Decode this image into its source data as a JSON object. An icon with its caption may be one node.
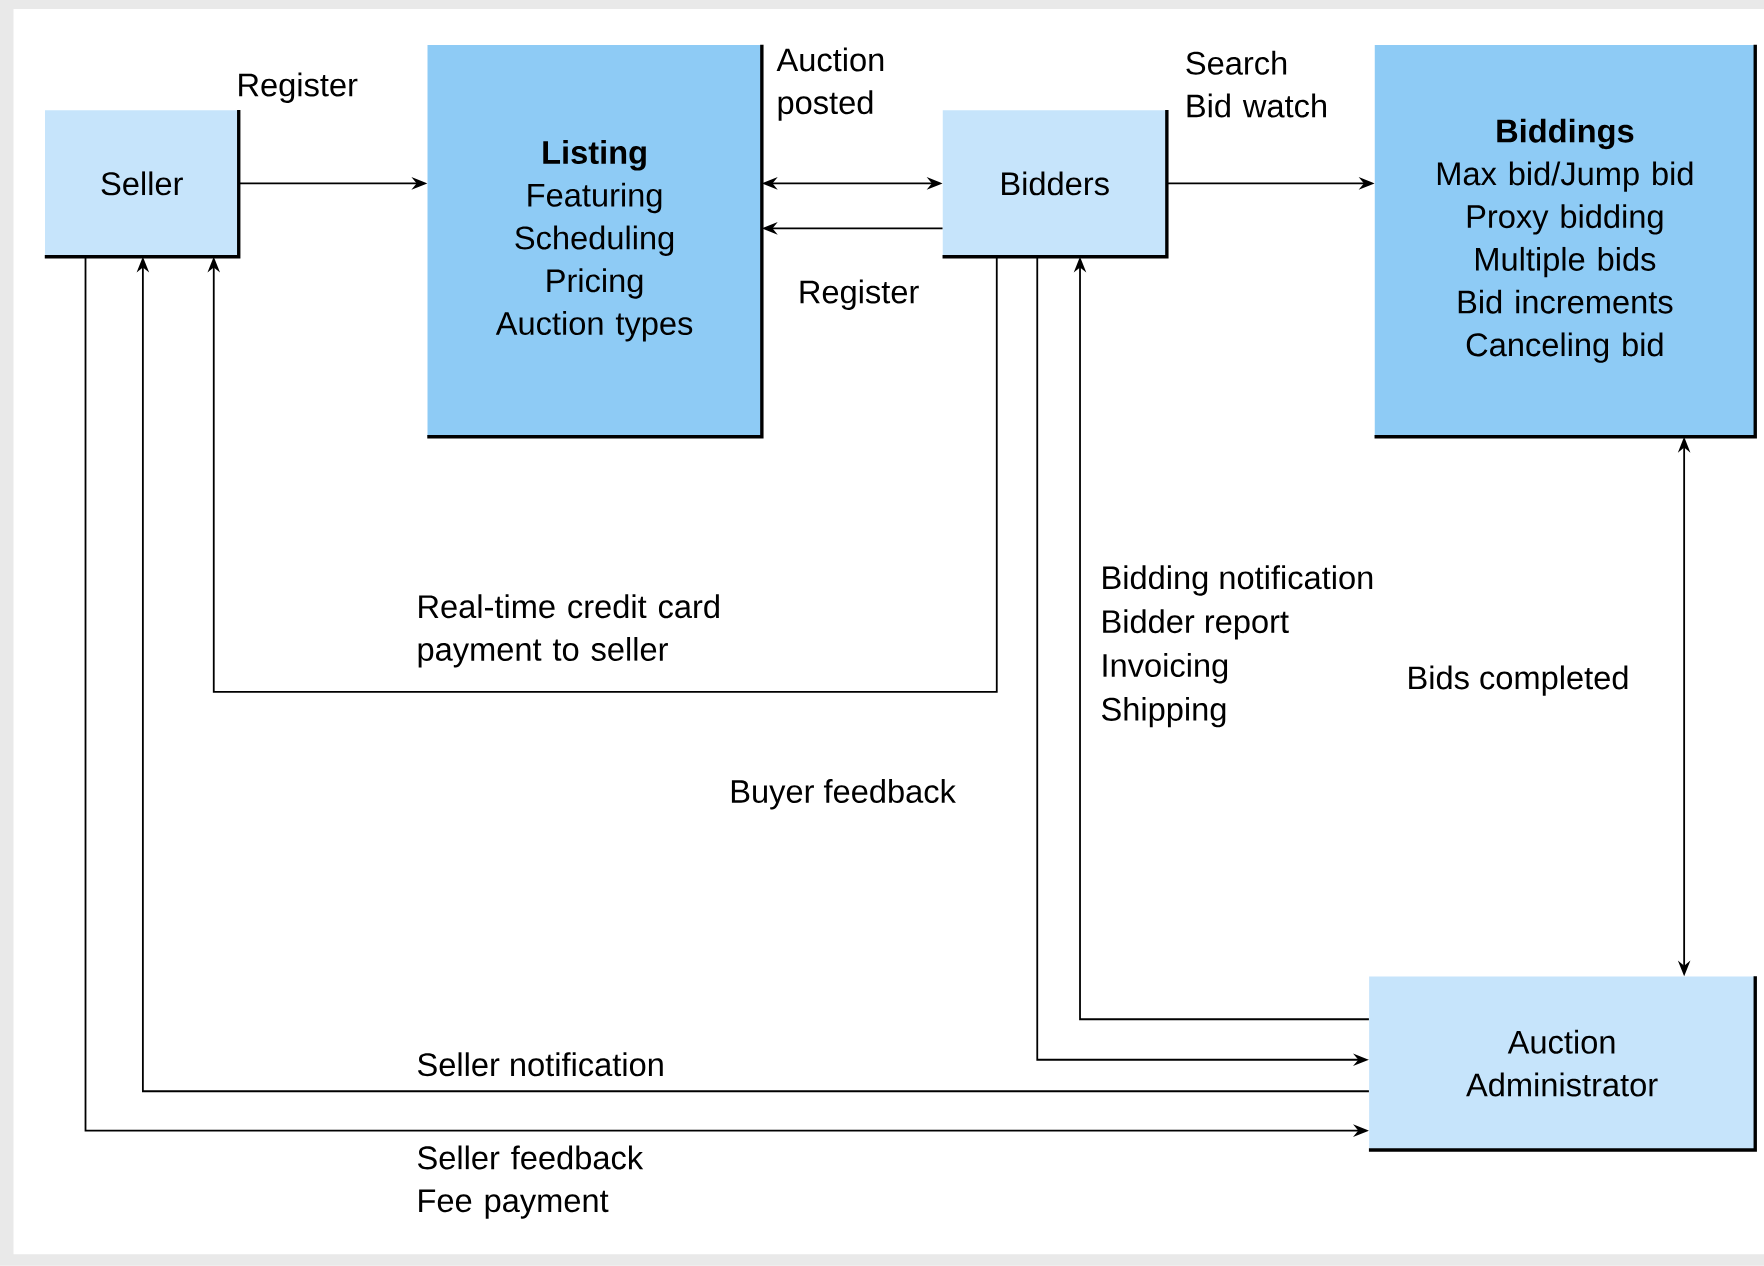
{
  "diagram": {
    "nodes": [
      {
        "text": [
          "Seller"
        ]
      },
      {
        "text": [
          "Listing",
          "Featuring",
          "Scheduling",
          "Pricing",
          "Auction types"
        ]
      },
      {
        "text": [
          "Bidders"
        ]
      },
      {
        "text": [
          "Biddings",
          "Max bid/Jump bid",
          "Proxy bidding",
          "Multiple bids",
          "Bid increments",
          "Canceling bid"
        ]
      },
      {
        "text": [
          "Auction Administrator"
        ]
      }
    ],
    "edges": [
      {
        "from": 0,
        "to": 1,
        "arrow": "to",
        "label": "Register"
      },
      {
        "from": 1,
        "to": 2,
        "arrow": "both",
        "label": "Auction posted"
      },
      {
        "from": 2,
        "to": 1,
        "arrow": "to",
        "label": "Register"
      },
      {
        "from": 2,
        "to": 3,
        "arrow": "to",
        "label": "Search Bid watch"
      },
      {
        "from": 2,
        "to": 0,
        "arrow": "to",
        "label": "Real-time credit card payment to seller"
      },
      {
        "from": 4,
        "to": 2,
        "arrow": "to"
      },
      {
        "from": 2,
        "to": 4,
        "arrow": "to",
        "label": "Buyer feedback"
      },
      {
        "from": 4,
        "to": 0,
        "arrow": "to",
        "label": "Seller notification"
      },
      {
        "from": 0,
        "to": 4,
        "arrow": "to",
        "label": "Seller feedback Fee payment"
      },
      {
        "from": 3,
        "to": 4,
        "arrow": "both",
        "label": "Bids completed"
      }
    ],
    "labels": [
      "Bidding notification",
      "Bidder report",
      "Invoicing",
      "Shipping"
    ]
  }
}
